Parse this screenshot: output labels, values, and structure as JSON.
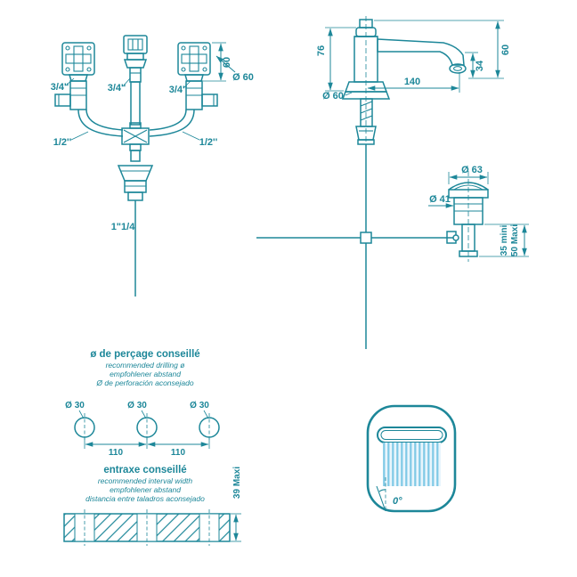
{
  "colors": {
    "line": "#1d8799",
    "water_stripe": "#7fc9e6",
    "water_fill": "#e8f5fc",
    "background": "#ffffff"
  },
  "front_view": {
    "conn_left": "3/4''",
    "conn_center": "3/4''",
    "conn_right": "3/4''",
    "inlet_left": "1/2''",
    "inlet_right": "1/2''",
    "drain_size": "1\"1/4",
    "dim_handle_height": "60",
    "dim_handle_diameter": "Ø 60"
  },
  "side_view": {
    "dim_height_left": "76",
    "dim_height_right": "60",
    "dim_outlet_height": "34",
    "dim_spout_reach": "140",
    "dim_base_diameter": "Ø 60"
  },
  "drain": {
    "dim_flange_diameter": "Ø 63",
    "dim_body_diameter": "Ø 41",
    "dim_min": "35 mini",
    "dim_max": "50 Maxi"
  },
  "drilling": {
    "title": "ø de perçage conseillé",
    "line_en": "recommended drilling ø",
    "line_de": "empfohlener abstand",
    "line_es": "Ø de perforación aconsejado",
    "holes": [
      "Ø 30",
      "Ø 30",
      "Ø 30"
    ],
    "spacings": [
      "110",
      "110"
    ]
  },
  "interval": {
    "title": "entraxe conseillé",
    "line_en": "recommended interval width",
    "line_de": "empfohlener abstand",
    "line_es": "distancia entre taladros aconsejado",
    "max_thickness": "39 Maxi"
  },
  "detail": {
    "angle": "0°"
  }
}
